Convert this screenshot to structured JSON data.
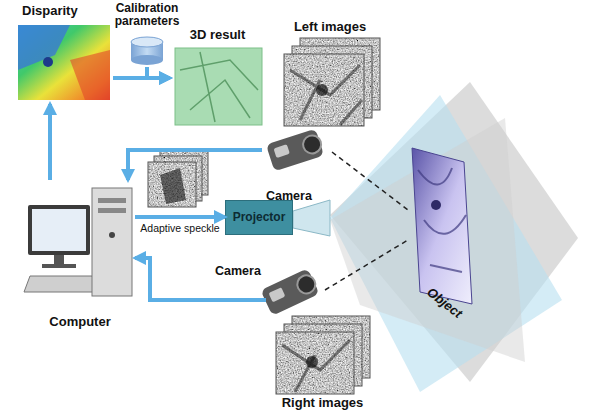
{
  "diagram": {
    "nodes": [
      {
        "text": [
          "Disparity"
        ]
      },
      {
        "text": [
          "Calibration parameters"
        ]
      },
      {
        "text": [
          "3D result"
        ]
      },
      {
        "text": [
          "Left images"
        ]
      },
      {
        "text": [
          "Camera"
        ]
      },
      {
        "text": [
          "Computer"
        ]
      },
      {
        "text": [
          "Projector"
        ]
      },
      {
        "text": [
          "Object"
        ]
      },
      {
        "text": [
          "Camera"
        ]
      },
      {
        "text": [
          "Right images"
        ]
      }
    ],
    "edges": [
      {
        "from": 5,
        "to": 0,
        "arrow": "to"
      },
      {
        "from": 1,
        "to": 2,
        "arrow": "to"
      },
      {
        "from": 0,
        "to": 2,
        "arrow": "to"
      },
      {
        "from": 4,
        "to": 5,
        "arrow": "to"
      },
      {
        "from": 5,
        "to": 6,
        "label": "Adaptive speckle",
        "arrow": "to"
      },
      {
        "from": 8,
        "to": 5,
        "arrow": "to"
      },
      {
        "from": 4,
        "to": 7,
        "arrow": "none"
      },
      {
        "from": 8,
        "to": 7,
        "arrow": "none"
      }
    ]
  }
}
